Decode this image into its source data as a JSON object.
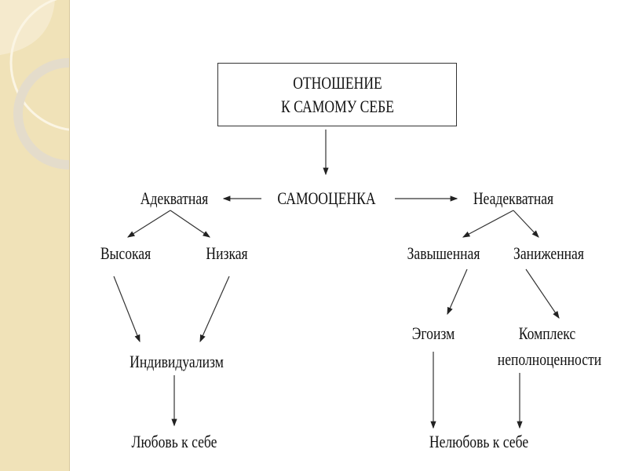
{
  "root": {
    "line1": "ОТНОШЕНИЕ",
    "line2": "К САМОМУ СЕБЕ"
  },
  "center": "САМООЦЕНКА",
  "left": {
    "label": "Адекватная",
    "high": "Высокая",
    "low": "Низкая",
    "result": "Индивидуализм",
    "final": "Любовь к себе"
  },
  "right": {
    "label": "Неадекватная",
    "over": "Завышенная",
    "under": "Заниженная",
    "over_result": "Эгоизм",
    "under_result_line1": "Комплекс",
    "under_result_line2": "неполноценности",
    "final": "Нелюбовь к себе"
  }
}
